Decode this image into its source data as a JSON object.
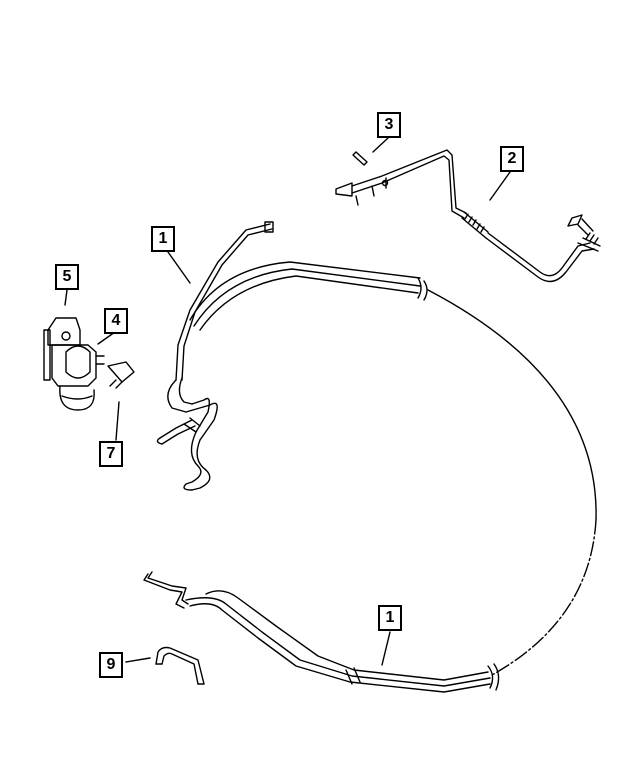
{
  "callouts": [
    {
      "id": "callout-3",
      "label": "3"
    },
    {
      "id": "callout-2",
      "label": "2"
    },
    {
      "id": "callout-1-top",
      "label": "1"
    },
    {
      "id": "callout-5",
      "label": "5"
    },
    {
      "id": "callout-4",
      "label": "4"
    },
    {
      "id": "callout-7",
      "label": "7"
    },
    {
      "id": "callout-1-bottom",
      "label": "1"
    },
    {
      "id": "callout-9",
      "label": "9"
    }
  ],
  "colors": {
    "line": "#000000",
    "background": "#ffffff"
  }
}
